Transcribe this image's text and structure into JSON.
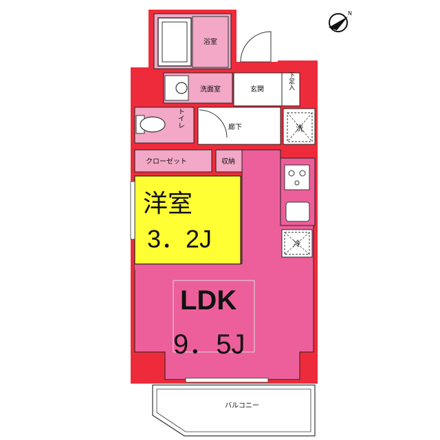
{
  "rooms": {
    "bath": "浴室",
    "washroom": "洗面室",
    "entrance": "玄関",
    "shoe_storage": "下足入",
    "toilet": "トイレ",
    "hallway": "廊下",
    "washing_machine": "洗",
    "closet": "クローゼット",
    "storage": "収納",
    "western_room": "洋室",
    "western_room_size": "3．2J",
    "ldk": "LDK",
    "ldk_size": "9．5J",
    "fridge": "冷",
    "balcony": "バルコニー"
  },
  "colors": {
    "wall": "#ee2b3a",
    "room_pink": "#f2a8c6",
    "ldk_pink": "#ec5f9a",
    "western_yellow": "#ffff33",
    "outline": "#222222"
  },
  "compass": "north-arrow-icon"
}
